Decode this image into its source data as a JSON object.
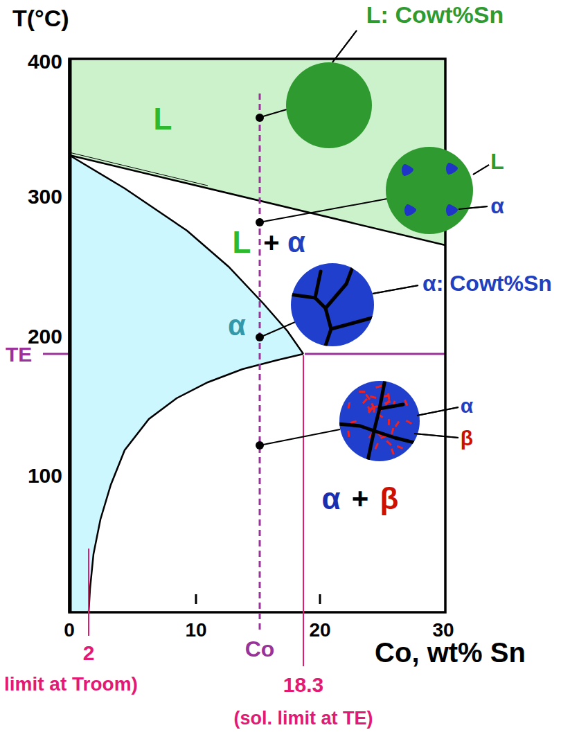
{
  "diagram": {
    "nodes": [
      {
        "text": [
          "L: Cowt%Sn"
        ]
      },
      {
        "text": [
          "L",
          "α"
        ]
      },
      {
        "text": [
          "α: Cowt%Sn"
        ]
      },
      {
        "text": [
          "α",
          "β"
        ]
      }
    ],
    "labels": [
      "T(°C)",
      "400",
      "300",
      "200",
      "100",
      "TE",
      "0",
      "10",
      "20",
      "30",
      "Co",
      "Co, wt% Sn",
      "2",
      "limit at Troom)",
      "18.3",
      "(sol. limit at TE)",
      "L",
      "L",
      "+",
      "α",
      "α",
      "α",
      "+",
      "β"
    ]
  }
}
